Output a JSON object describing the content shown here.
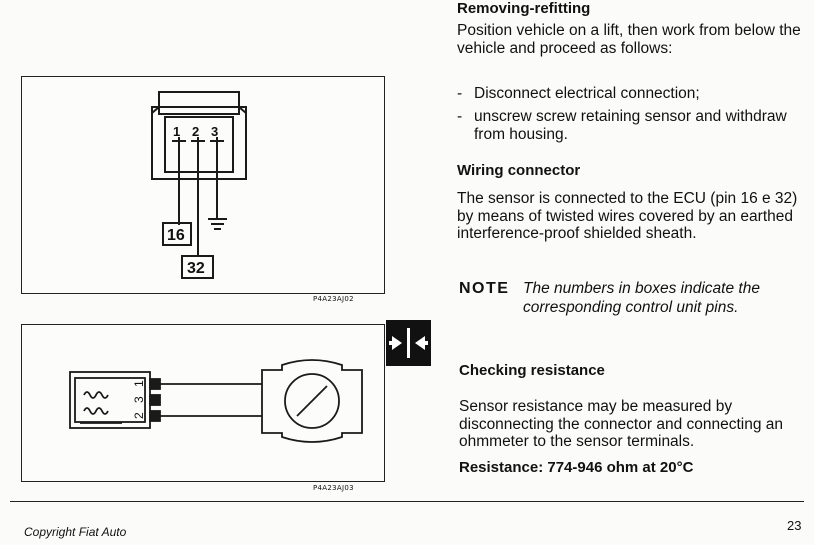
{
  "figures": {
    "connector": {
      "code": "P4A23AJ02",
      "pins": [
        "1",
        "2",
        "3"
      ],
      "box_labels": [
        "16",
        "32"
      ]
    },
    "sensor": {
      "code": "P4A23AJ03",
      "terminals": [
        "1",
        "2",
        "3"
      ]
    }
  },
  "text": {
    "removing_title": "Removing-refitting",
    "removing_para": "Position vehicle on a lift, then work from below the vehicle and proceed as follows:",
    "steps": [
      "Disconnect electrical connection;",
      "unscrew screw retaining sensor and withdraw from housing."
    ],
    "wiring_title": "Wiring connector",
    "wiring_para": "The sensor is connected to the ECU (pin 16 e 32) by means of twisted wires covered by an earthed interference-proof shielded sheath.",
    "note_keyword": "NOTE",
    "note_text": "The numbers in boxes indicate the corresponding control unit pins.",
    "checking_title": "Checking resistance",
    "checking_para": "Sensor resistance may be measured by disconnecting the connector and connecting an ohmmeter to the sensor terminals.",
    "resistance": "Resistance: 774-946 ohm at 20°C"
  },
  "footer": {
    "copyright": "Copyright Fiat Auto",
    "page_number": "23"
  }
}
